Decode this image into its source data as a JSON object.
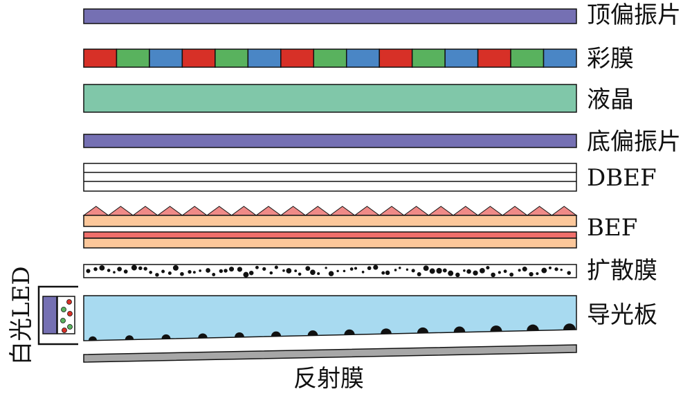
{
  "labels": {
    "top_polarizer": "顶偏振片",
    "color_filter": "彩膜",
    "liquid_crystal": "液晶",
    "bottom_polarizer": "底偏振片",
    "dbef": "DBEF",
    "bef": "BEF",
    "diffuser": "扩散膜",
    "light_guide": "导光板",
    "reflector": "反射膜",
    "led": "白光LED"
  },
  "colors": {
    "polarizer": "#7570b3",
    "filter_red": "#d73027",
    "filter_green": "#59b25e",
    "filter_blue": "#4a86c5",
    "liquid_crystal": "#80c7a9",
    "bef_prism": "#ef8a87",
    "bef_base": "#fcc79a",
    "bef_red_film": "#f06f6b",
    "light_guide": "#a8daf0",
    "reflector": "#a7a7a7",
    "dot": "#111111",
    "outline": "#111111",
    "led_chip": "#7570b3"
  },
  "color_filter_pattern": [
    "red",
    "green",
    "blue",
    "red",
    "green",
    "blue",
    "red",
    "green",
    "blue",
    "red",
    "green",
    "blue",
    "red",
    "green",
    "blue"
  ]
}
